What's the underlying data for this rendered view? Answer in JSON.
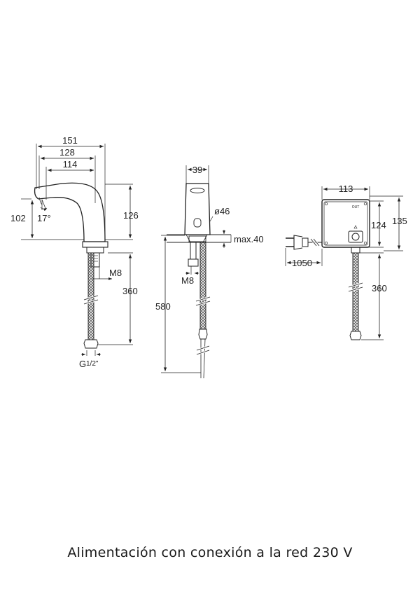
{
  "views": {
    "side": {
      "dims": {
        "d151": "151",
        "d128": "128",
        "d114": "114",
        "d102": "102",
        "angle": "17°",
        "d126": "126",
        "thread": "M8",
        "d360": "360",
        "g_main": "G",
        "g_frac": "1/2\""
      }
    },
    "front": {
      "dims": {
        "d39": "39",
        "diam": "ø46",
        "max": "max.40",
        "d580": "580",
        "thread": "M8"
      }
    },
    "box": {
      "dims": {
        "d113": "113",
        "d124": "124",
        "d135": "135",
        "d1050": "1050",
        "d360": "360",
        "out": "OUT"
      }
    }
  },
  "caption": "Alimentación con conexión a la red 230 V"
}
